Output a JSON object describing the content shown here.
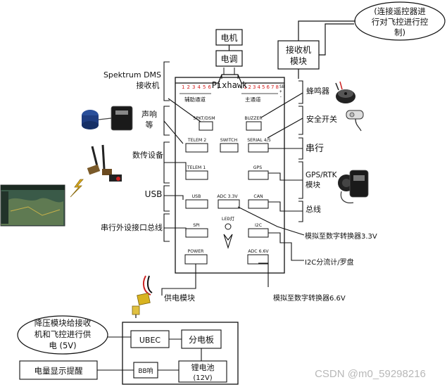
{
  "title": "Pixhawk",
  "top_note": [
    "(连接遥控器进",
    "行对飞控进行控",
    "制)"
  ],
  "motor": "电机",
  "esc": "电调",
  "receiver": [
    "接收机",
    "模块"
  ],
  "pin_numbers_main": [
    "1",
    "2",
    "3",
    "4",
    "5",
    "6"
  ],
  "pin_numbers_aux": [
    "1",
    "2",
    "3",
    "4",
    "5",
    "6",
    "7",
    "8"
  ],
  "pin_extra": [
    "SB",
    "+",
    "-"
  ],
  "aux_label": "辅助通道",
  "main_label": "主通道",
  "ports": {
    "spkt": "SPKT/DSM",
    "buzzer": "BUZZER",
    "telem2": "TELEM 2",
    "switch": "SWITCH",
    "serial45": "SERIAL 4/5",
    "telem1": "TELEM 1",
    "gps": "GPS",
    "usb": "USB",
    "adc33": "ADC 3.3V",
    "can": "CAN",
    "spi": "SPI",
    "led": "LED灯",
    "i2c": "I2C",
    "power": "POWER",
    "adc66": "ADC 6.6V"
  },
  "left_labels": {
    "spektrum": [
      "Spektrum DMS",
      "接收机"
    ],
    "sound": [
      "声响",
      "等"
    ],
    "telemetry": "数传设备",
    "usb": "USB",
    "spi_bus": "串行外设接口总线",
    "power_module": "供电模块"
  },
  "right_labels": {
    "buzzer": "蜂鸣器",
    "safety": "安全开关",
    "serial": "串行",
    "gps": [
      "GPS/RTK",
      "模块"
    ],
    "bus": "总线",
    "adc33": "模拟至数字转换器3.3V",
    "i2c": "I2C分流计/罗盘",
    "adc66": "模拟至数字转换器6.6V"
  },
  "power": {
    "ubec": "UBEC",
    "board": "分电板",
    "bb": "BB响",
    "battery": [
      "锂电池",
      "(12V)"
    ],
    "step_down": [
      "降压模块给接收",
      "机和飞控进行供",
      "电 (5V)"
    ],
    "battery_alarm": "电量显示提醒"
  },
  "watermark": "CSDN @m0_59298216",
  "colors": {
    "line": "#111111",
    "accent": "#d42020",
    "background": "#ffffff",
    "watermark": "#b8b8b8"
  }
}
